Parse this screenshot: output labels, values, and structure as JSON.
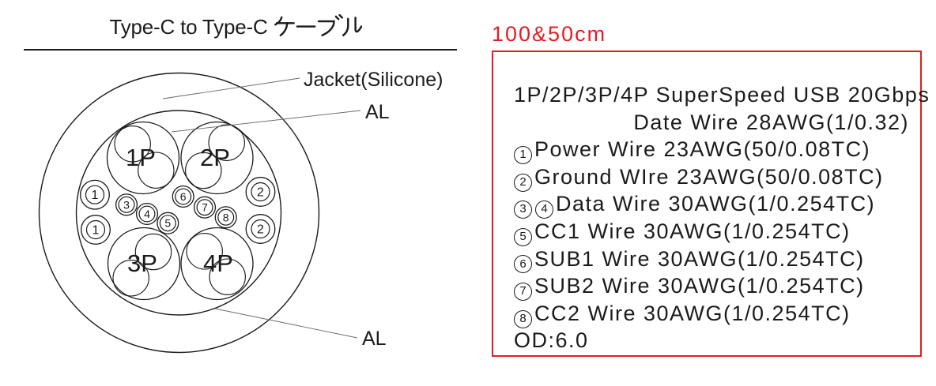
{
  "diagram": {
    "title_latin": "Type-C to Type-C",
    "title_kana": "ケーブル",
    "labels": {
      "jacket": "Jacket(Silicone)",
      "al_top": "AL",
      "al_bottom": "AL"
    },
    "pair_labels": [
      "1P",
      "2P",
      "3P",
      "4P"
    ],
    "wire_numbers": [
      "1",
      "1",
      "2",
      "2",
      "3",
      "4",
      "5",
      "6",
      "7",
      "8"
    ]
  },
  "spec_panel": {
    "heading": "100&50cm",
    "accent_color": "#e61b23",
    "lines": [
      {
        "badges": [],
        "text": "1P/2P/3P/4P SuperSpeed USB 20Gbps",
        "align": "left"
      },
      {
        "badges": [],
        "text": "Date Wire 28AWG(1/0.32)",
        "align": "right"
      },
      {
        "badges": [
          "1"
        ],
        "text": "Power Wire 23AWG(50/0.08TC)",
        "align": "left"
      },
      {
        "badges": [
          "2"
        ],
        "text": "Ground WIre 23AWG(50/0.08TC)",
        "align": "left"
      },
      {
        "badges": [
          "3",
          "4"
        ],
        "text": "Data Wire 30AWG(1/0.254TC)",
        "align": "left"
      },
      {
        "badges": [
          "5"
        ],
        "text": "CC1 Wire 30AWG(1/0.254TC)",
        "align": "left"
      },
      {
        "badges": [
          "6"
        ],
        "text": "SUB1 Wire 30AWG(1/0.254TC)",
        "align": "left"
      },
      {
        "badges": [
          "7"
        ],
        "text": "SUB2 Wire 30AWG(1/0.254TC)",
        "align": "left"
      },
      {
        "badges": [
          "8"
        ],
        "text": "CC2 Wire 30AWG(1/0.254TC)",
        "align": "left"
      },
      {
        "badges": [],
        "text": "OD:6.0",
        "align": "left"
      }
    ]
  }
}
